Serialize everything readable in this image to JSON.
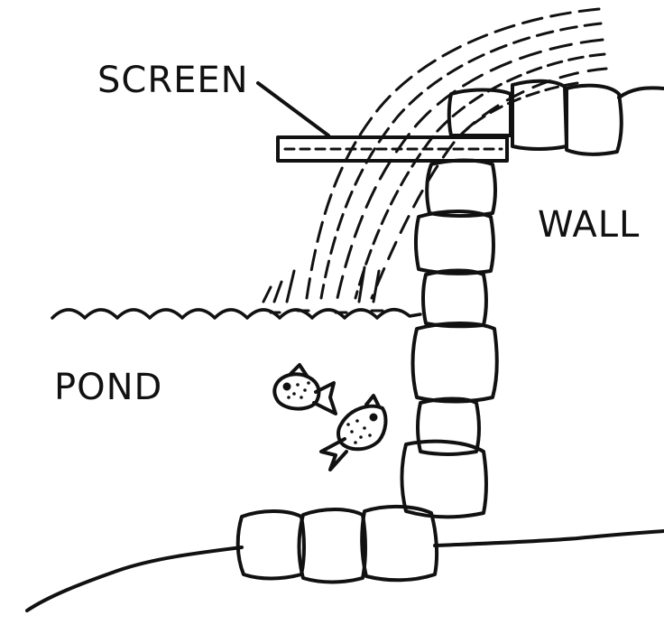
{
  "labels": {
    "screen": "SCREEN",
    "wall": "WALL",
    "pond": "POND"
  },
  "colors": {
    "ink": "#111111",
    "background": "#ffffff"
  }
}
